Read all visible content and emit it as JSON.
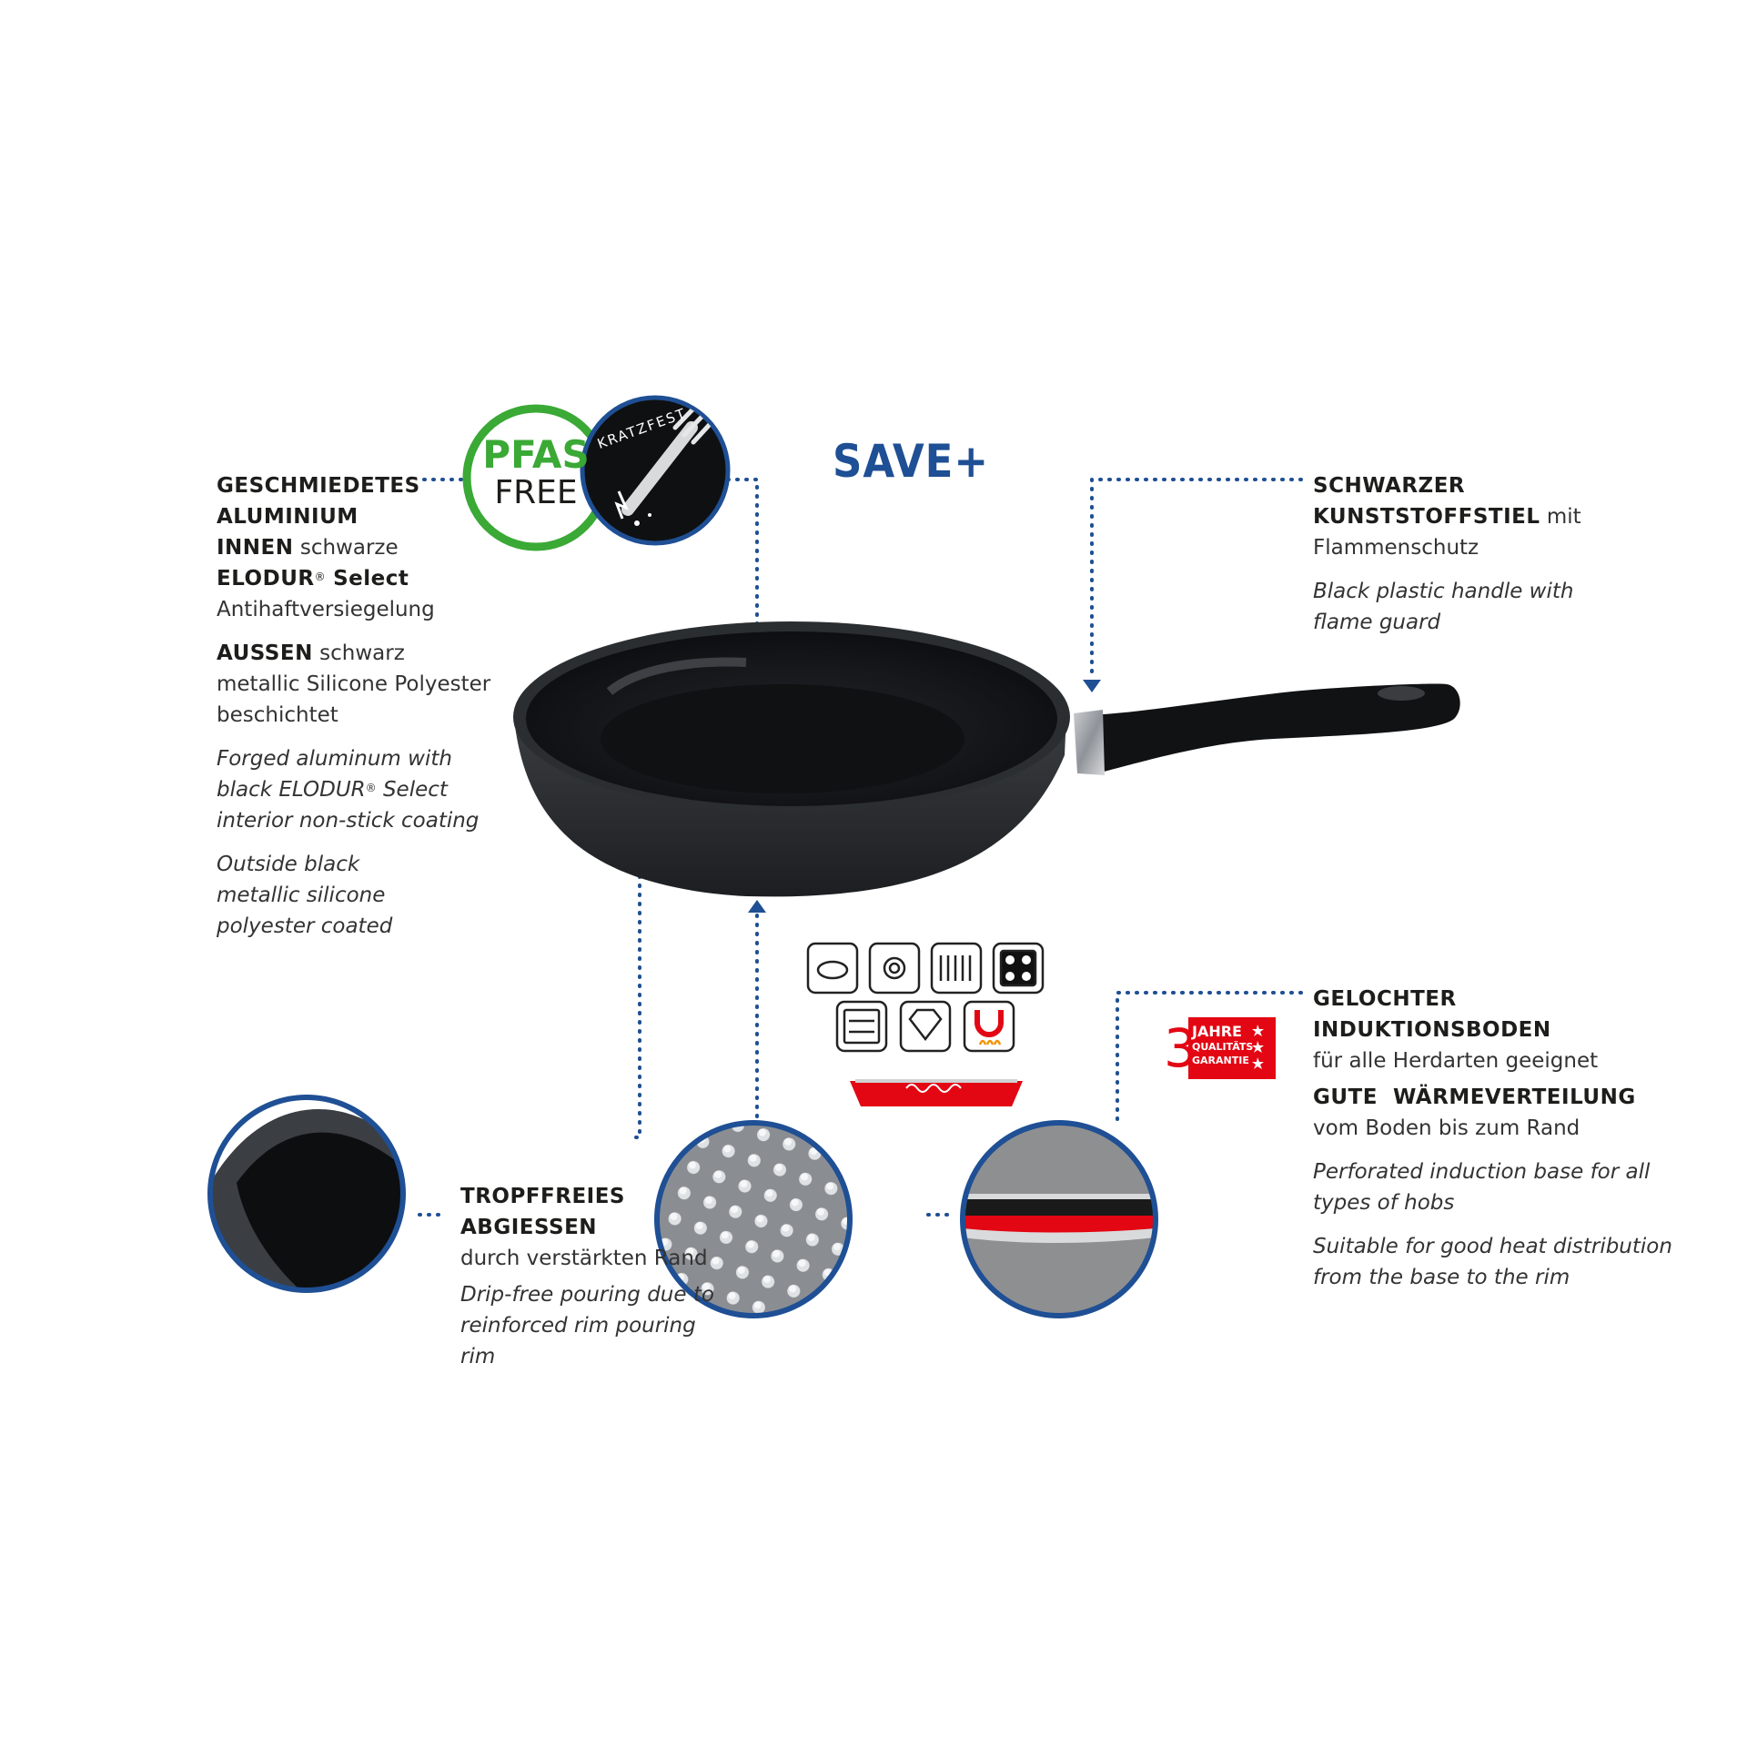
{
  "headline": "SAVE+",
  "badges": {
    "pfas_line1": "PFAS",
    "pfas_line2": "FREE",
    "kratzfest": "KRATZFEST",
    "warranty_number": "3",
    "warranty_line1": "JAHRE",
    "warranty_line2": "QUALITÄTS",
    "warranty_line3": "GARANTIE"
  },
  "material": {
    "h1": "GESCHMIEDETES",
    "h2": "ALUMINIUM",
    "innen_bold": "INNEN",
    "innen_text": " schwarze",
    "elodur_bold": "ELODUR",
    "reg_mark": "®",
    "select_bold": " Select",
    "coating_de": "Antihaftversiegelung",
    "aussen_bold": "AUSSEN",
    "aussen_text1": " schwarz",
    "aussen_text2": "metallic Silicone Polyester",
    "aussen_text3": "beschichtet",
    "en1_l1": "Forged aluminum with",
    "en1_l2a": "black ELODUR",
    "en1_l2b": " Select",
    "en1_l3": "interior non-stick coating",
    "en2_l1": "Outside black",
    "en2_l2": "metallic silicone",
    "en2_l3": "polyester coated"
  },
  "handle": {
    "h1": "SCHWARZER",
    "h2": "KUNSTSTOFFSTIEL",
    "h2_text": " mit",
    "l3": "Flammenschutz",
    "en_l1": "Black plastic handle with",
    "en_l2": "flame guard"
  },
  "pouring": {
    "h1": "TROPFFREIES",
    "h2": "ABGIESSEN",
    "l3": "durch verstärkten Rand",
    "en_l1": "Drip-free pouring due to",
    "en_l2": "reinforced rim pouring",
    "en_l3": "rim"
  },
  "base": {
    "h1": "GELOCHTER",
    "h2": "INDUKTIONSBODEN",
    "l3": "für alle Herdarten geeignet",
    "h4": "GUTE  WÄRMEVERTEILUNG",
    "l5": "vom Boden bis zum Rand",
    "en1_l1": "Perforated induction base for all",
    "en1_l2": "types of hobs",
    "en2_l1": "Suitable for good heat distribution",
    "en2_l2": "from the base to the rim"
  },
  "colors": {
    "accent_blue": "#1f4f94",
    "green": "#3aa935",
    "red": "#e30613"
  }
}
